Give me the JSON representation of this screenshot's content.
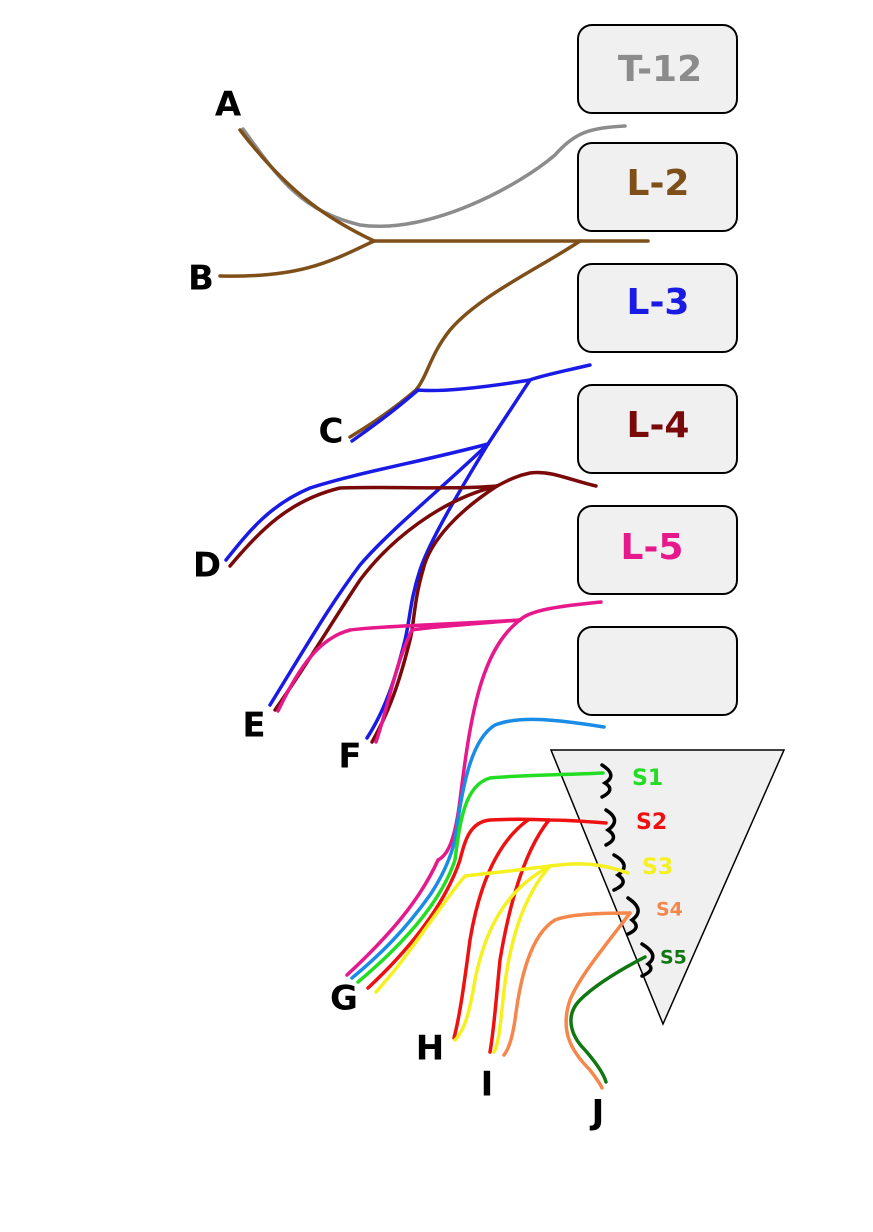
{
  "colors": {
    "t12": "#8c8c8c",
    "l2": "#7f4f1a",
    "l3": "#1a1ae6",
    "l4": "#7a0a0a",
    "l5": "#e6188c",
    "s1": "#22dd22",
    "s2": "#ee1111",
    "s3": "#f5f020",
    "s4": "#f5874a",
    "s5": "#117711",
    "lightblue": "#1a8ce6"
  },
  "boxes": [
    {
      "key": "t12",
      "label": "T-12",
      "color": "#8c8c8c"
    },
    {
      "key": "l2",
      "label": "L-2",
      "color": "#7f4f1a"
    },
    {
      "key": "l3",
      "label": "L-3",
      "color": "#1a1ae6"
    },
    {
      "key": "l4",
      "label": "L-4",
      "color": "#7a0a0a"
    },
    {
      "key": "l5",
      "label": "L-5",
      "color": "#e6188c"
    },
    {
      "key": "empty",
      "label": "",
      "color": "#000000"
    }
  ],
  "sacral": [
    {
      "key": "s1",
      "label": "S1",
      "color": "#22dd22"
    },
    {
      "key": "s2",
      "label": "S2",
      "color": "#ee1111"
    },
    {
      "key": "s3",
      "label": "S3",
      "color": "#f5f020"
    },
    {
      "key": "s4",
      "label": "S4",
      "color": "#f5874a"
    },
    {
      "key": "s5",
      "label": "S5",
      "color": "#117711"
    }
  ],
  "nerve_labels": [
    "A",
    "B",
    "C",
    "D",
    "E",
    "F",
    "G",
    "H",
    "I",
    "J"
  ]
}
